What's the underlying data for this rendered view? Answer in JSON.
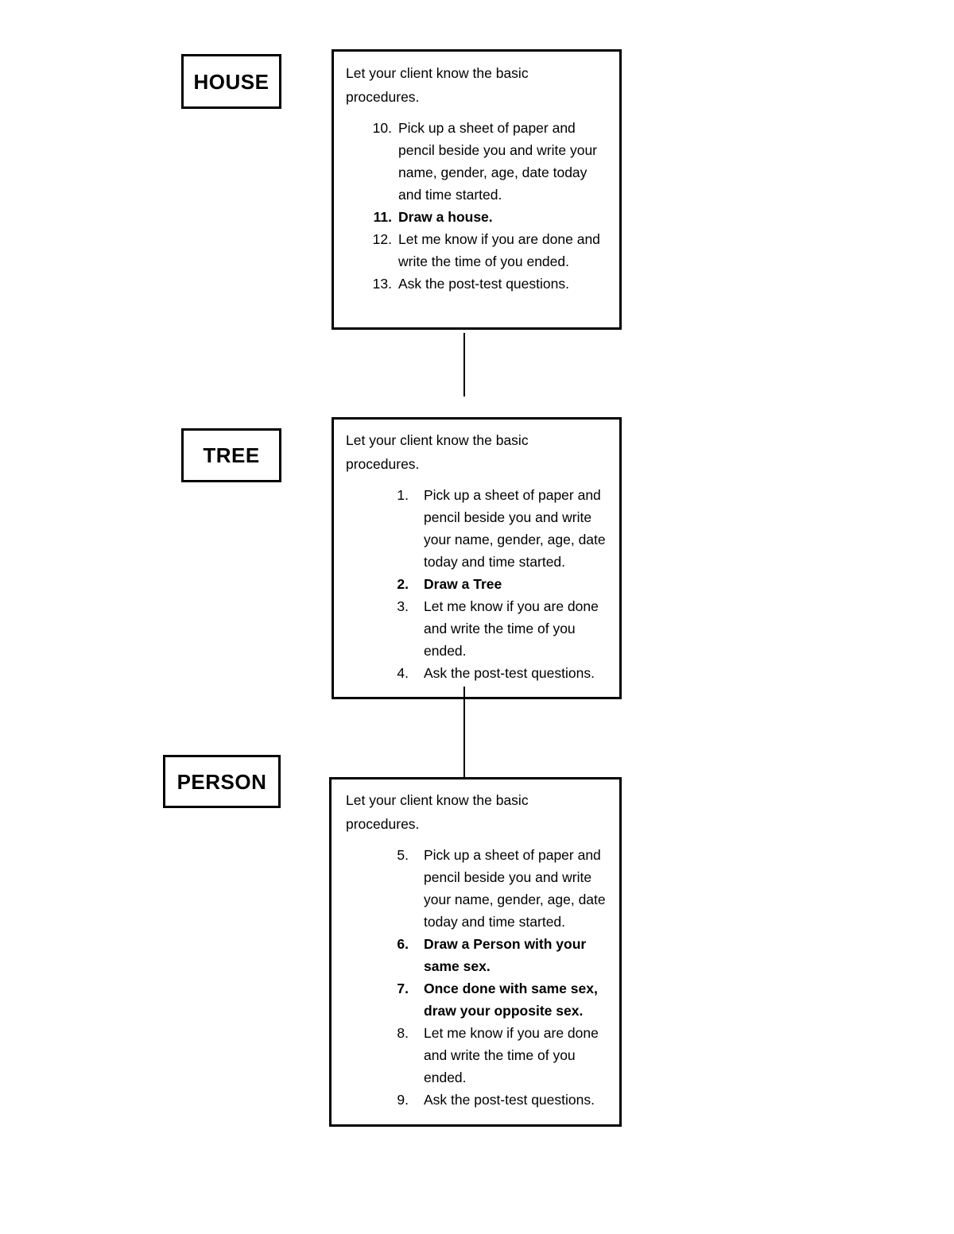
{
  "document": {
    "title": "House-Tree-Person Drawing Test Administration Flowchart",
    "background_color": "#ffffff",
    "line_color": "#000000"
  },
  "sections": [
    {
      "label": "HOUSE",
      "intro": "Let your client know the basic procedures.",
      "items": [
        {
          "number": "10.",
          "text": "Pick up a sheet of paper and pencil beside you and write your name, gender, age, date today and time started.",
          "bold": false
        },
        {
          "number": "11.",
          "text": "Draw a house.",
          "bold": true
        },
        {
          "number": "12.",
          "text": "Let me know if you are done and write the time of you ended.",
          "bold": false
        },
        {
          "number": "13.",
          "text": "Ask the post-test questions.",
          "bold": false
        }
      ]
    },
    {
      "label": "TREE",
      "intro": "Let your client know the basic procedures.",
      "items": [
        {
          "number": "1.",
          "text": "Pick up a sheet of paper and pencil beside you and write your name, gender, age, date today and time started.",
          "bold": false
        },
        {
          "number": "2.",
          "text": "Draw a Tree",
          "bold": true
        },
        {
          "number": "3.",
          "text": "Let me know if you are done and write the time of you ended.",
          "bold": false
        },
        {
          "number": "4.",
          "text": "Ask the post-test questions.",
          "bold": false
        }
      ]
    },
    {
      "label": "PERSON",
      "intro": "Let your client know the basic procedures.",
      "items": [
        {
          "number": "5.",
          "text": "Pick up a sheet of paper and pencil beside you and write your name, gender, age, date today and time started.",
          "bold": false
        },
        {
          "number": "6.",
          "text": "Draw a Person with your same sex.",
          "bold": true
        },
        {
          "number": "7.",
          "text": "Once done with same sex, draw your opposite sex.",
          "bold": true
        },
        {
          "number": "8.",
          "text": "Let me know if you are done and write the time of you ended.",
          "bold": false
        },
        {
          "number": "9.",
          "text": "Ask the post-test questions.",
          "bold": false
        }
      ]
    }
  ]
}
